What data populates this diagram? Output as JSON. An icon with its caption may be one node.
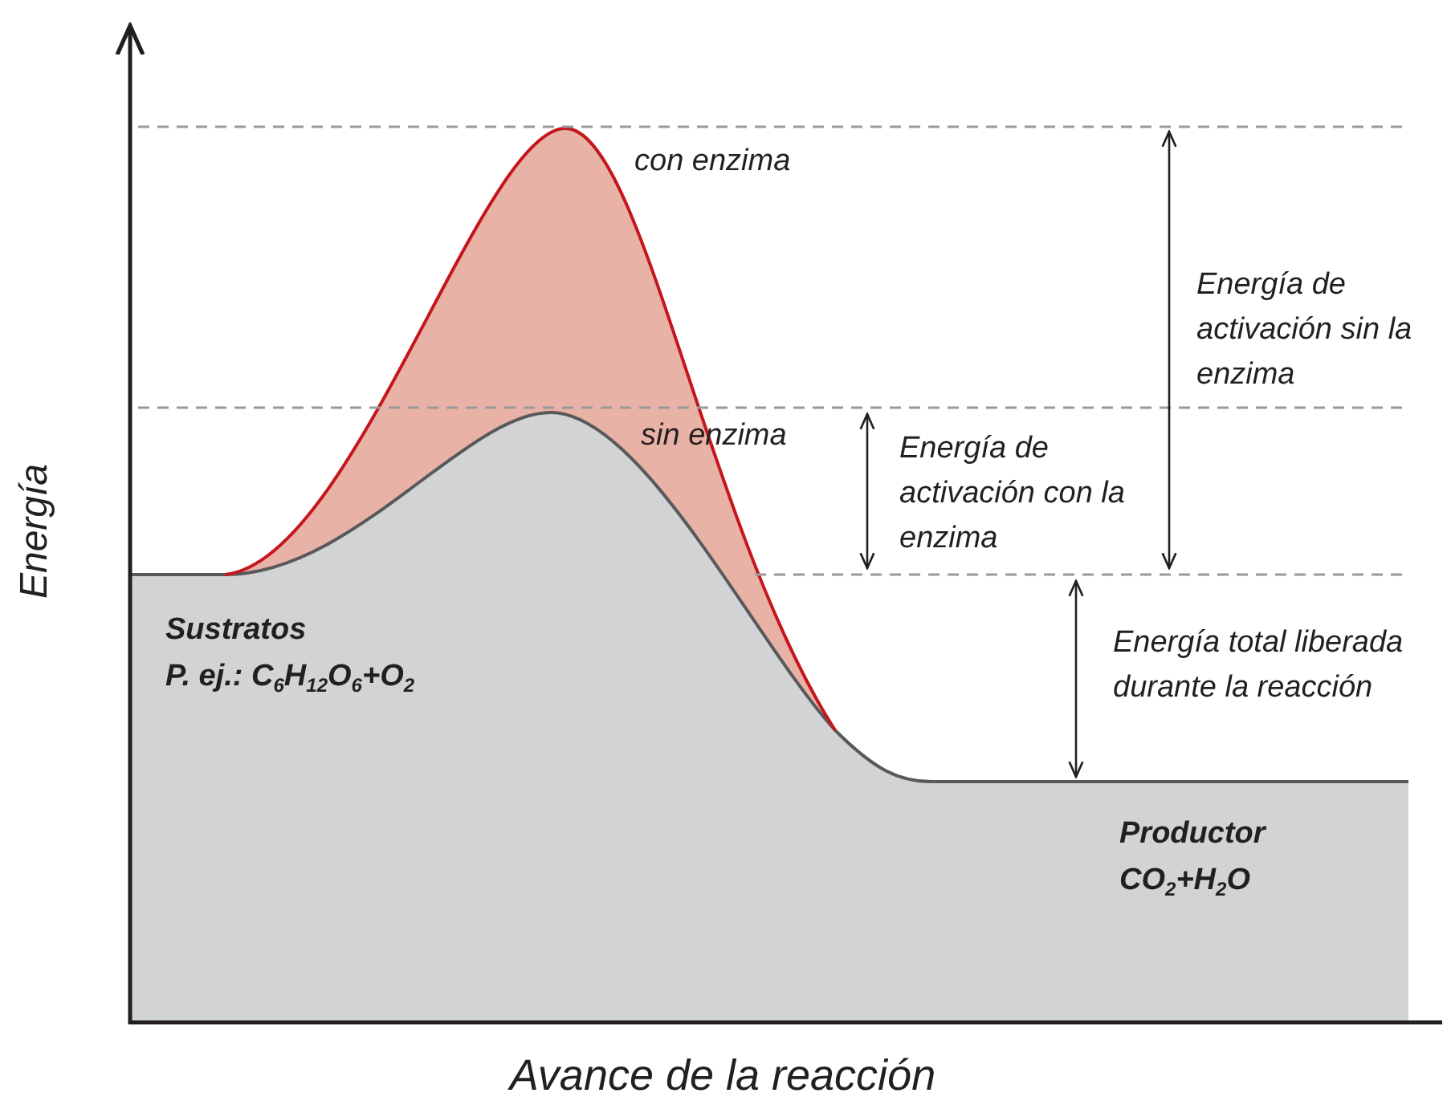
{
  "diagram": {
    "labels": [
      "con enzima",
      "Energía de activación sin la enzima",
      "sin enzima",
      "Energía de activación con la enzima",
      "Energía",
      "Sustratos",
      "P. ej.: C$_{6}$H$_{12}$O$_{6}$+O$_{2}$",
      "Energía total liberada durante la reacción",
      "Productor",
      "CO$_{2}$+H$_{2}$O",
      "Avance de la reacción"
    ]
  }
}
